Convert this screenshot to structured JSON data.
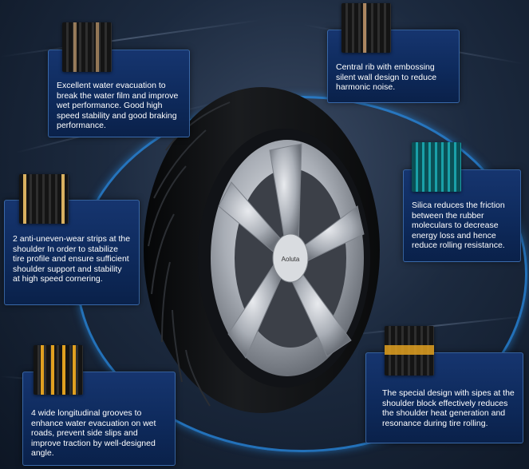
{
  "features": [
    {
      "id": "water",
      "text": "Excellent water evacuation to break the water film and improve wet performance. Good high speed stability and good braking performance.",
      "thumb_color": "#c8a070"
    },
    {
      "id": "rib",
      "text": "Central rib with embossing silent wall design to reduce harmonic noise.",
      "thumb_color": "#d0a070"
    },
    {
      "id": "strips",
      "text": "2 anti-uneven-wear strips at the shoulder In order to stabilize tire profile and ensure sufficient shoulder support and stability at high speed cornering.",
      "thumb_color": "#d8b060"
    },
    {
      "id": "silica",
      "text": "Silica reduces the friction between the rubber moleculars to decrease energy loss and hence reduce rolling resistance.",
      "thumb_color": "#1aa0a8"
    },
    {
      "id": "grooves",
      "text": "4 wide longitudinal grooves to enhance water evacuation on wet roads, prevent side slips and improve traction by well-designed angle.",
      "thumb_color": "#e0a020"
    },
    {
      "id": "sipes",
      "text": "The special design with sipes at the shoulder block effectively reduces the shoulder heat generation and resonance during tire rolling.",
      "thumb_color": "#e0a020"
    }
  ],
  "brand_cap": "Aoluta",
  "colors": {
    "ring": "#288ce6",
    "card": "#0e2a5c",
    "rim": "#b8bcc2"
  }
}
